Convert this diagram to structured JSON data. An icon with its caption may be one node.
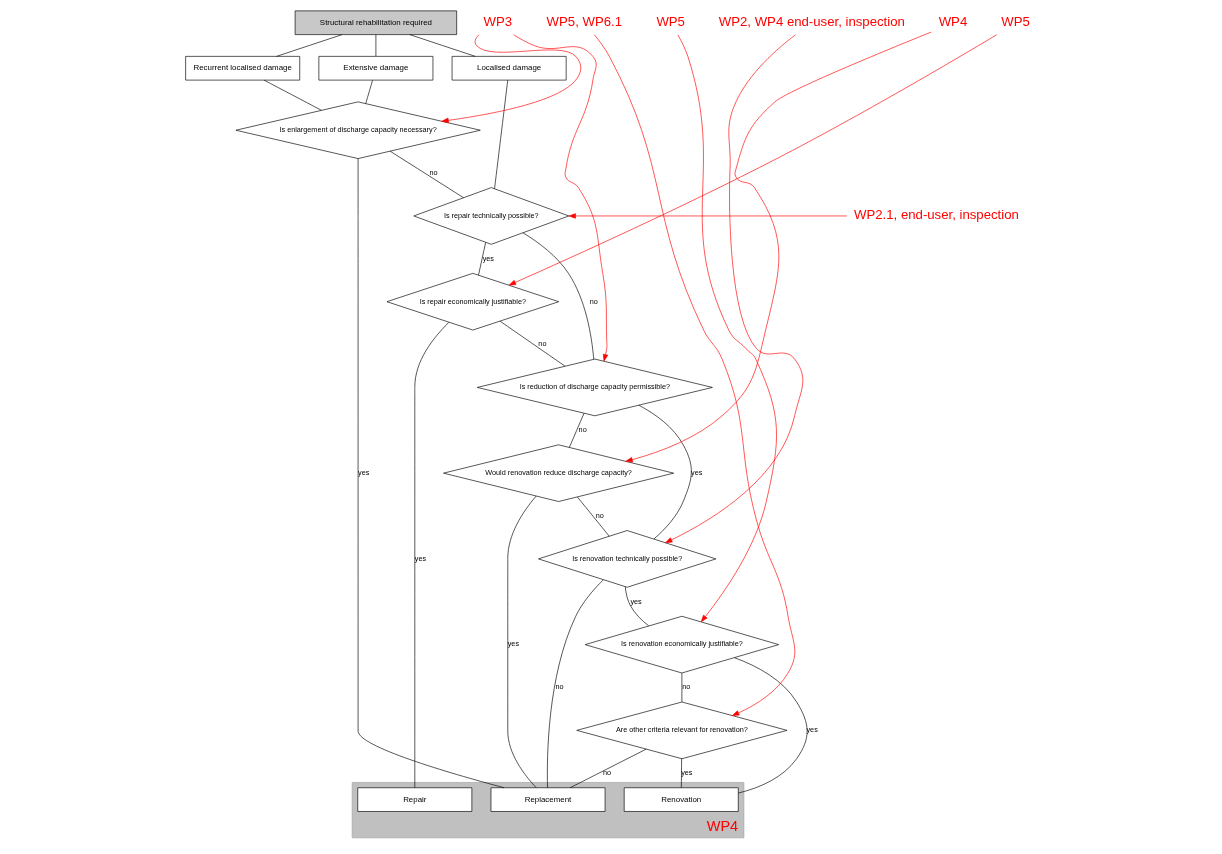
{
  "diagram": {
    "nodes": [
      {
        "text": [
          "Structural rehabilitation required"
        ]
      },
      {
        "text": [
          "Localised damage"
        ]
      },
      {
        "text": [
          "Recurrent localised damage"
        ]
      },
      {
        "text": [
          "Extensive damage"
        ]
      },
      {
        "text": [
          "Is enlargement of discharge capacity necessary?"
        ]
      },
      {
        "text": [
          "Is repair technically possible?"
        ]
      },
      {
        "text": [
          "Is repair economically justifiable?"
        ]
      },
      {
        "text": [
          "Is reduction of discharge capacity permissible?"
        ]
      },
      {
        "text": [
          "Would renovation reduce discharge capacity?"
        ]
      },
      {
        "text": [
          "Is renovation technically possible?"
        ]
      },
      {
        "text": [
          "Is renovation economically justifiable?"
        ]
      },
      {
        "text": [
          "Are other criteria relevant for renovation?"
        ]
      },
      {
        "text": [
          "WP4"
        ]
      },
      {
        "text": [
          "Repair"
        ],
        "in": 12
      },
      {
        "text": [
          "Renovation"
        ],
        "in": 12
      },
      {
        "text": [
          "Replacement"
        ],
        "in": 12
      },
      {
        "text": [
          "WP2.1, end-user, inspection"
        ]
      },
      {
        "text": [
          "WP5"
        ]
      },
      {
        "text": [
          "WP3"
        ]
      },
      {
        "text": [
          "WP4"
        ]
      },
      {
        "text": [
          "WP2, WP4 end-user, inspection"
        ]
      },
      {
        "text": [
          "WP5"
        ]
      },
      {
        "text": [
          "WP5, WP6.1"
        ]
      }
    ],
    "edges": [
      {
        "from": 0,
        "to": 1,
        "arrow": "none"
      },
      {
        "from": 0,
        "to": 2,
        "arrow": "none"
      },
      {
        "from": 0,
        "to": 3,
        "arrow": "none"
      },
      {
        "from": 1,
        "to": 5,
        "arrow": "none"
      },
      {
        "from": 2,
        "to": 4,
        "arrow": "none"
      },
      {
        "from": 3,
        "to": 4,
        "arrow": "none"
      },
      {
        "from": 4,
        "to": 5,
        "label": "no",
        "arrow": "none"
      },
      {
        "from": 4,
        "to": 15,
        "label": "yes",
        "arrow": "none"
      },
      {
        "from": 5,
        "to": 6,
        "label": "yes",
        "arrow": "none"
      },
      {
        "from": 5,
        "to": 7,
        "label": "no",
        "arrow": "none"
      },
      {
        "from": 6,
        "to": 13,
        "label": "yes",
        "arrow": "none"
      },
      {
        "from": 6,
        "to": 7,
        "label": "no",
        "arrow": "none"
      },
      {
        "from": 7,
        "to": 9,
        "label": "yes",
        "arrow": "none"
      },
      {
        "from": 7,
        "to": 8,
        "label": "no",
        "arrow": "none"
      },
      {
        "from": 8,
        "to": 9,
        "label": "no",
        "arrow": "none"
      },
      {
        "from": 8,
        "to": 15,
        "label": "yes",
        "arrow": "none"
      },
      {
        "from": 9,
        "to": 10,
        "label": "yes",
        "arrow": "none"
      },
      {
        "from": 9,
        "to": 15,
        "label": "no",
        "arrow": "none"
      },
      {
        "from": 10,
        "to": 14,
        "label": "yes",
        "arrow": "none"
      },
      {
        "from": 10,
        "to": 11,
        "label": "no",
        "arrow": "none"
      },
      {
        "from": 11,
        "to": 14,
        "label": "yes",
        "arrow": "none"
      },
      {
        "from": 11,
        "to": 15,
        "label": "no",
        "arrow": "none"
      },
      {
        "from": 16,
        "to": 5,
        "arrow": "to",
        "color": "#ff0000"
      },
      {
        "from": 17,
        "to": 6,
        "arrow": "to",
        "color": "#ff0000"
      },
      {
        "from": 18,
        "to": 4,
        "arrow": "to",
        "color": "#ff0000"
      },
      {
        "from": 18,
        "to": 7,
        "arrow": "to",
        "color": "#ff0000"
      },
      {
        "from": 19,
        "to": 8,
        "arrow": "to",
        "color": "#ff0000"
      },
      {
        "from": 20,
        "to": 9,
        "arrow": "to",
        "color": "#ff0000"
      },
      {
        "from": 21,
        "to": 10,
        "arrow": "to",
        "color": "#ff0000"
      },
      {
        "from": 22,
        "to": 11,
        "arrow": "to",
        "color": "#ff0000"
      }
    ]
  }
}
